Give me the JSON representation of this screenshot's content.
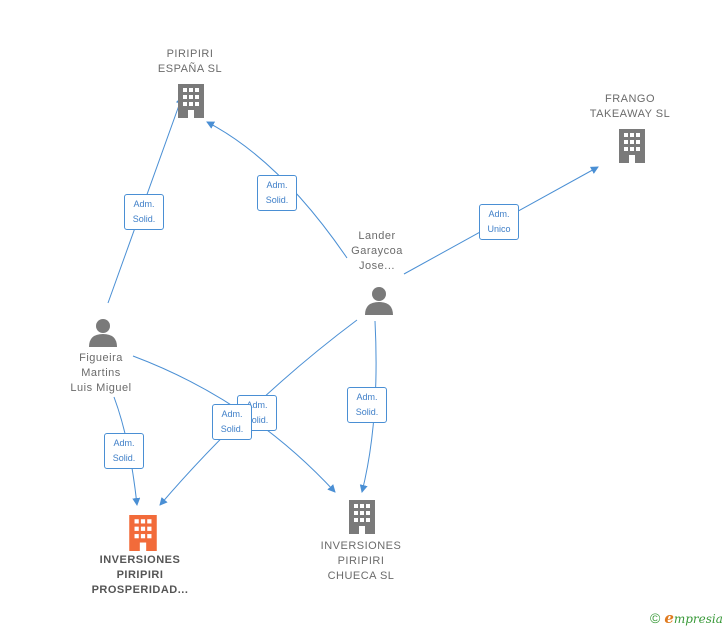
{
  "colors": {
    "edge": "#4a8fd4",
    "node_gray": "#7a7a7a",
    "node_highlight": "#f26b3a",
    "brand_green": "#3a9a3a",
    "brand_orange": "#e07a1f"
  },
  "nodes": {
    "piripiri_espana": {
      "lines": [
        "PIRIPIRI",
        "ESPAÑA  SL"
      ],
      "icon": "building-icon"
    },
    "frango": {
      "lines": [
        "FRANGO",
        "TAKEAWAY  SL"
      ],
      "icon": "building-icon"
    },
    "lander": {
      "lines": [
        "Lander",
        "Garaycoa",
        "Jose..."
      ],
      "icon": "person-icon"
    },
    "figueira": {
      "lines": [
        "Figueira",
        "Martins",
        "Luis Miguel"
      ],
      "icon": "person-icon"
    },
    "inversiones_prosperidad": {
      "lines": [
        "INVERSIONES",
        "PIRIPIRI",
        "PROSPERIDAD..."
      ],
      "icon": "building-icon"
    },
    "inversiones_chueca": {
      "lines": [
        "INVERSIONES",
        "PIRIPIRI",
        "CHUECA  SL"
      ],
      "icon": "building-icon"
    }
  },
  "edges": [
    {
      "from": "figueira",
      "to": "piripiri_espana",
      "label": [
        "Adm.",
        "Solid."
      ]
    },
    {
      "from": "lander",
      "to": "piripiri_espana",
      "label": [
        "Adm.",
        "Solid."
      ]
    },
    {
      "from": "lander",
      "to": "frango",
      "label": [
        "Adm.",
        "Unico"
      ]
    },
    {
      "from": "lander",
      "to": "inversiones_chueca",
      "label": [
        "Adm.",
        "Solid."
      ]
    },
    {
      "from": "lander",
      "to": "inversiones_prosperidad",
      "label": [
        "Adm.",
        "Solid."
      ]
    },
    {
      "from": "figueira",
      "to": "inversiones_chueca",
      "label": [
        "Adm.",
        "Solid."
      ]
    },
    {
      "from": "figueira",
      "to": "inversiones_prosperidad",
      "label": [
        "Adm.",
        "Solid."
      ]
    }
  ],
  "footer": {
    "copyright": "©",
    "brand_first": "e",
    "brand_rest": "mpresia"
  }
}
